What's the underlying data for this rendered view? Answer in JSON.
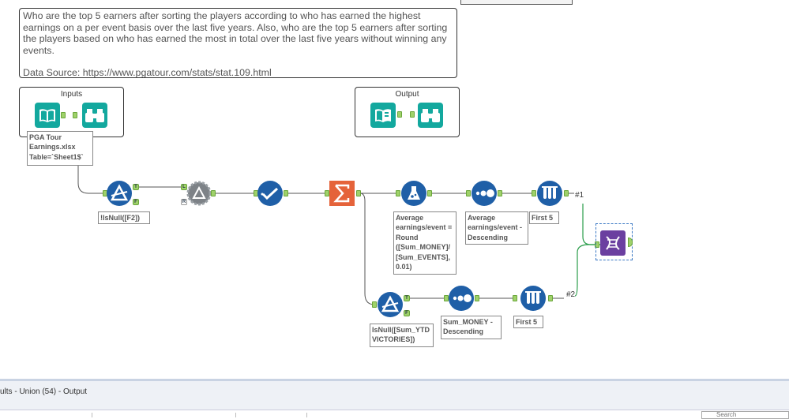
{
  "comment": {
    "text": "Who are the top 5 earners after sorting the players according to who has earned the highest earnings on a per event basis over the last five years. Also, who are the top 5 earners after sorting the players based on who has earned the most in total over the last five years without winning any events.",
    "source": "Data Source: https://www.pgatour.com/stats/stat.109.html"
  },
  "containers": {
    "inputs": "Inputs",
    "output": "Output"
  },
  "labels": {
    "input_file": "PGA Tour\nEarnings.xlsx\nTable=`Sheet1$`",
    "filter1": "!IsNull([F2])",
    "formula": "Average earnings/event = Round ([Sum_MONEY]/ [Sum_EVENTS], 0.01)",
    "sort1": "Average earnings/event - Descending",
    "sample1": "First 5",
    "filter2": "IsNull([Sum_YTD VICTORIES])",
    "sort2": "Sum_MONEY - Descending",
    "sample2": "First 5"
  },
  "connections": {
    "one": "#1",
    "two": "#2"
  },
  "anchor_letters": {
    "true": "T",
    "false": "F",
    "left": "L",
    "right": "R"
  },
  "bottom": {
    "title": "ults - Union (54) - Output",
    "search": "Search"
  },
  "colors": {
    "teal": "#13a89e",
    "blue": "#1f5fa7",
    "orange": "#e5633a",
    "purple": "#6b3fa0",
    "gray": "#7d8287",
    "anchor": "#9fd16a"
  }
}
